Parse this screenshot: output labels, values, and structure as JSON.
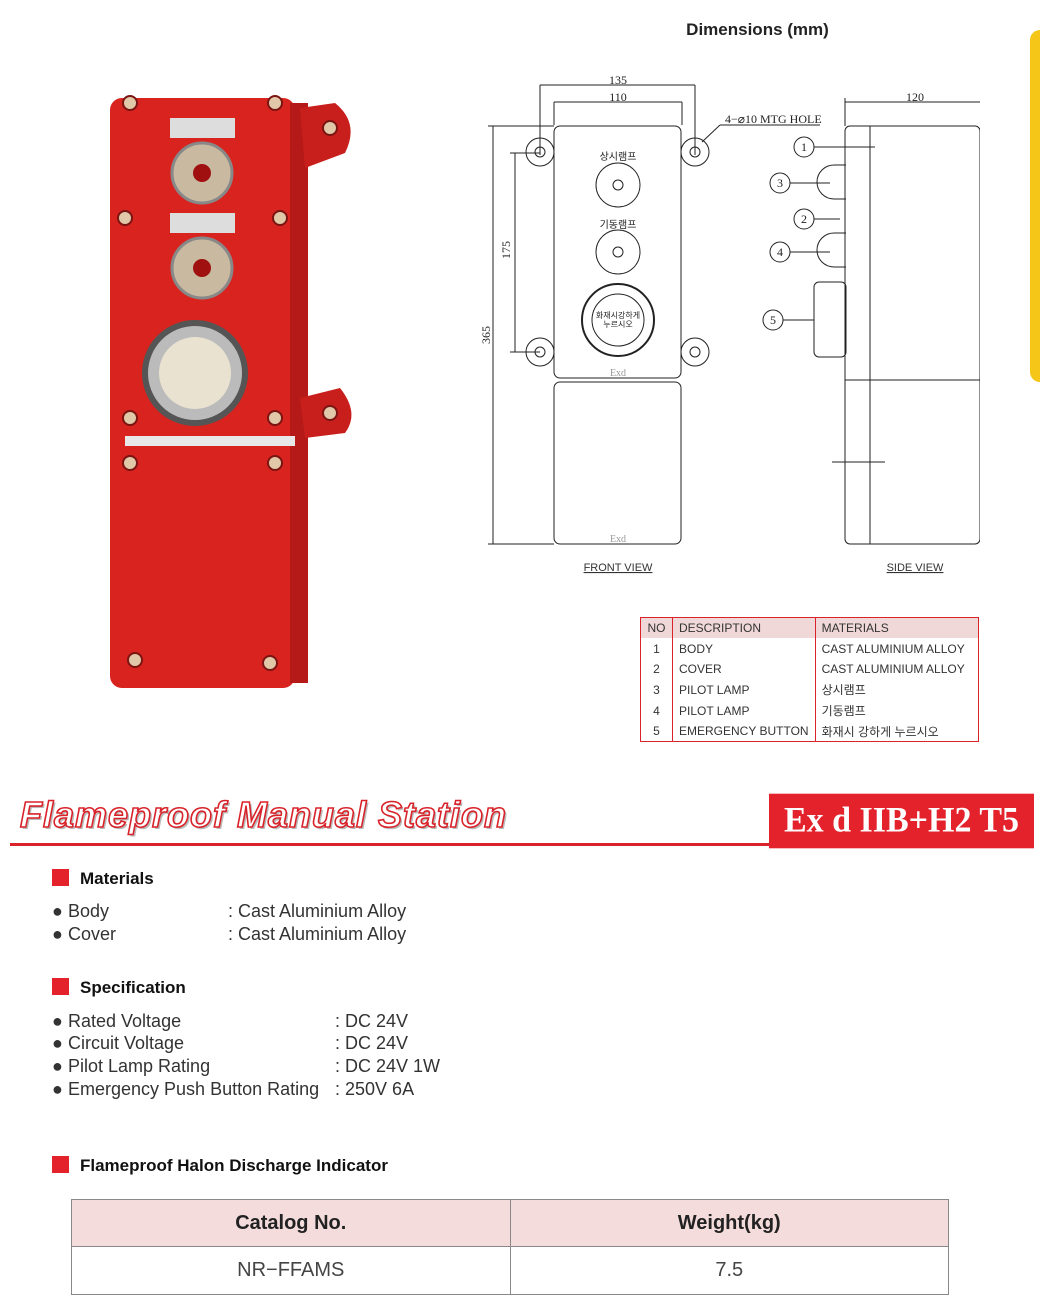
{
  "dimensions_title": "Dimensions (mm)",
  "drawing": {
    "dims": {
      "w_outer": "135",
      "w_inner": "110",
      "h_mount": "175",
      "h_total": "365",
      "depth": "120"
    },
    "hole_label": "4−⌀10  MTG HOLE",
    "lamp1_label": "상시램프",
    "lamp2_label": "기동램프",
    "button_label_1": "화재시강하게",
    "button_label_2": "누르시오",
    "exd": "Exd",
    "callouts": [
      "1",
      "2",
      "3",
      "4",
      "5"
    ],
    "front_view": "FRONT VIEW",
    "side_view": "SIDE VIEW"
  },
  "parts_table": {
    "headers": [
      "NO",
      "DESCRIPTION",
      "MATERIALS"
    ],
    "rows": [
      [
        "1",
        "BODY",
        "CAST ALUMINIUM ALLOY"
      ],
      [
        "2",
        "COVER",
        "CAST ALUMINIUM ALLOY"
      ],
      [
        "3",
        "PILOT LAMP",
        "상시램프"
      ],
      [
        "4",
        "PILOT LAMP",
        "기동램프"
      ],
      [
        "5",
        "EMERGENCY BUTTON",
        "화재시 강하게 누르시오"
      ]
    ]
  },
  "product_title": "Flameproof  Manual  Station",
  "ex_rating": "Ex  d  IIB+H2 T5",
  "materials": {
    "heading": "Materials",
    "items": [
      {
        "label": "Body",
        "value": "Cast Aluminium Alloy"
      },
      {
        "label": "Cover",
        "value": "Cast Aluminium Alloy"
      }
    ]
  },
  "specification": {
    "heading": "Specification",
    "items": [
      {
        "label": "Rated Voltage",
        "value": "DC 24V"
      },
      {
        "label": "Circuit Voltage",
        "value": "DC 24V"
      },
      {
        "label": "Pilot Lamp Rating",
        "value": "DC 24V 1W"
      },
      {
        "label": "Emergency Push Button Rating",
        "value": "250V 6A"
      }
    ]
  },
  "catalog": {
    "heading": "Flameproof Halon Discharge Indicator",
    "headers": [
      "Catalog No.",
      "Weight(kg)"
    ],
    "rows": [
      [
        "NR−FFAMS",
        "7.5"
      ]
    ]
  },
  "colors": {
    "accent": "#e3222b",
    "yellow": "#f5c518",
    "header_bg": "#f4dcdc"
  }
}
